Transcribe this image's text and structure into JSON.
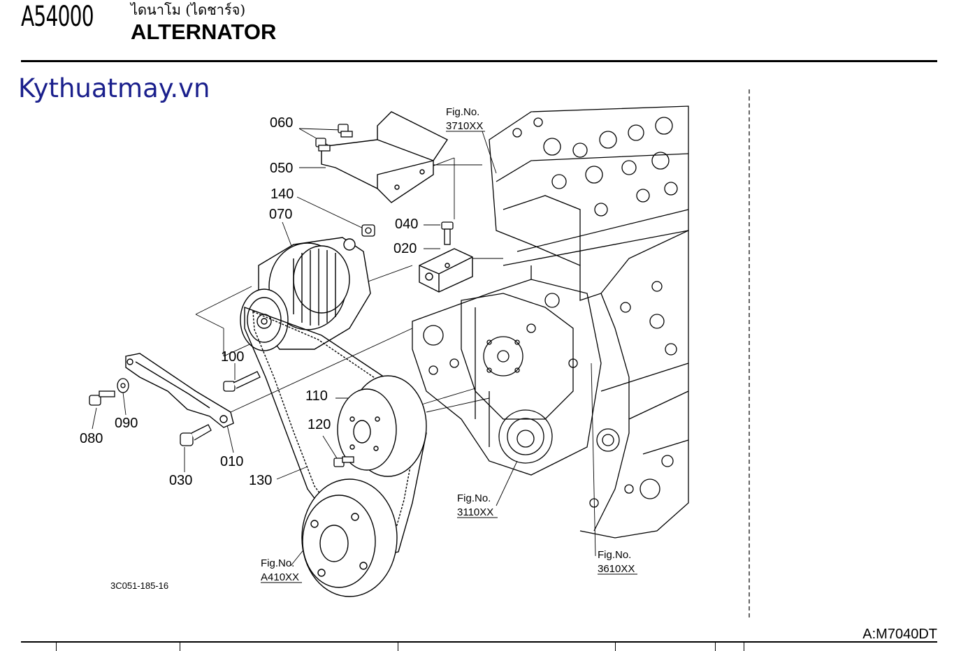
{
  "header": {
    "code": "A54000",
    "thai_title": "ไดนาโม (ไดชาร์จ)",
    "title": "ALTERNATOR"
  },
  "watermark": "Kythuatmay.vn",
  "model": "A:M7040DT",
  "drawing_number": "3C051-185-16",
  "parts": {
    "p010": "010",
    "p020": "020",
    "p030": "030",
    "p040": "040",
    "p050": "050",
    "p060": "060",
    "p070": "070",
    "p080": "080",
    "p090": "090",
    "p100": "100",
    "p110": "110",
    "p120": "120",
    "p130": "130",
    "p140": "140"
  },
  "fig_refs": {
    "label": "Fig.No.",
    "r3710": "3710XX",
    "r3110": "3110XX",
    "rA410": "A410XX",
    "r3610": "3610XX"
  },
  "colors": {
    "ink": "#000000",
    "watermark": "#1a1f8c"
  }
}
